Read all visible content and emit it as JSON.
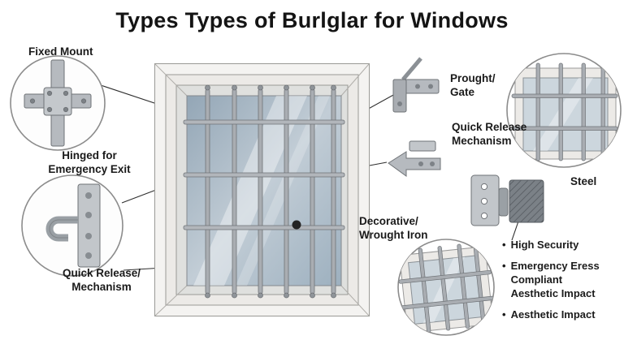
{
  "title": "Types Types of Burlglar for Windows",
  "callouts": {
    "fixed_mount": "Fixed Mount",
    "hinged": "Hinged for\nEmergency Exit",
    "quick_release_left": "Quick Release/\nMechanism",
    "prought_gate": "Prought/\nGate",
    "quick_release_right": "Quick Release\nMechanism",
    "decorative": "Decorative/\nWrought Iron",
    "steel": "Steel"
  },
  "features": {
    "bullet_char": "•",
    "bullets": [
      "High Security",
      "Emergency Eress Compliant\nAesthetic Impact",
      "Aesthetic Impact"
    ]
  },
  "colors": {
    "text": "#1a1a1a",
    "glass": "#b3c0cc",
    "metal": "#a9adb2",
    "frame": "#efeeec",
    "line": "#2e2e2e"
  }
}
